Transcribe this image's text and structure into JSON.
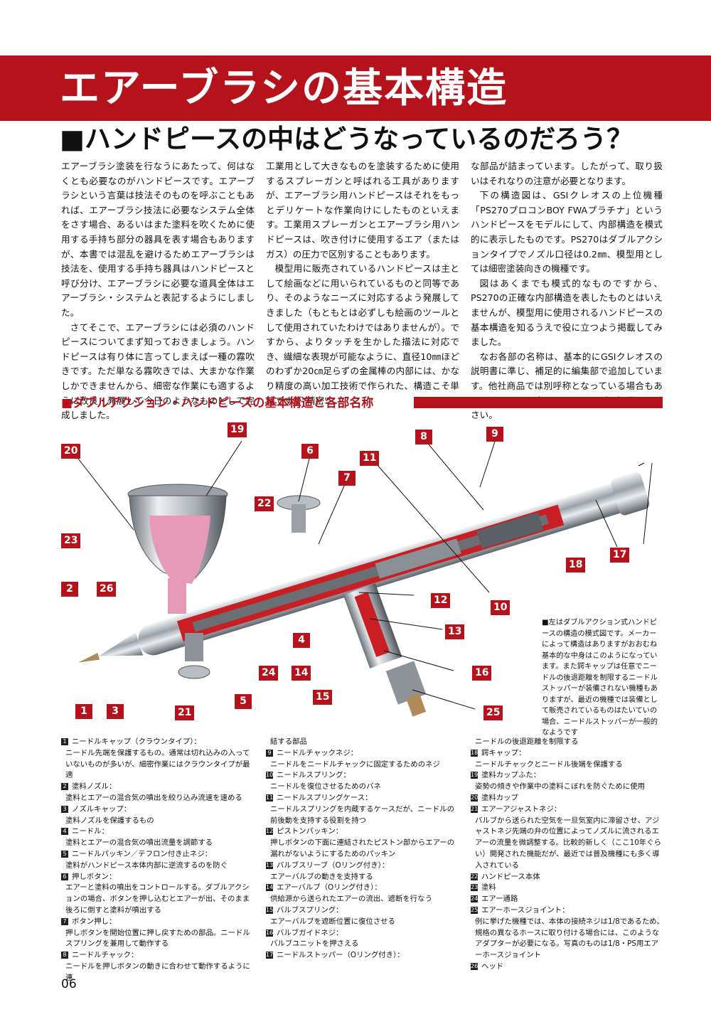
{
  "title": "エアーブラシの基本構造",
  "subtitle": "■ハンドピースの中はどうなっているのだろう？",
  "intro": {
    "col1": [
      "エアーブラシ塗装を行なうにあたって、何はなくとも必要なのがハンドピースです。エアーブラシという言葉は技法そのものを呼ぶこともあれば、エアーブラシ技法に必要なシステム全体をさす場合、あるいはまた塗料を吹くために使用する手持ち部分の器具を表す場合もありますが、本書では混乱を避けるためエアーブラシは技法を、使用する手持ち器具はハンドピースと呼び分け、エアーブラシに必要な道具全体はエアーブラシ・システムと表記するようにしました。",
      "さてそこで、エアーブラシには必須のハンドピースについてまず知っておきましょう。ハンドピースは有り体に言ってしまえば一種の霧吹きです。ただ単なる霧吹きでは、大まかな作業しかできませんから、細密な作業にも適するように改良・発展して今日のようなものとして完成しました。"
    ],
    "col2": [
      "工業用として大きなものを塗装するために使用するスプレーガンと呼ばれる工具がありますが、エアーブラシ用ハンドピースはそれをもっとデリケートな作業向けにしたものといえます。工業用スプレーガンとエアーブラシ用ハンドピースは、吹き付けに使用するエア（またはガス）の圧力で区別することもあります。",
      "模型用に販売されているハンドピースは主として絵画などに用いられているものと同等であり、そのようなニーズに対応するよう発展してきました（もともとは必ずしも絵画のツールとして使用されていたわけではありませんが）。ですから、よりタッチを生かした描法に対応でき、繊細な表現が可能なように、直径10㎜ほどのわずか20㎝足らずの金属棒の内部には、かなり精度の高い加工技術で作られた、構造こそ単純ですが“精密”"
    ],
    "col3": [
      "な部品が詰まっています。したがって、取り扱いはそれなりの注意が必要となります。",
      "下の構造図は、GSIクレオスの上位機種「PS270プロコンBOY FWAプラチナ」というハンドピースをモデルにして、内部構造を模式的に表示したものです。PS270はダブルアクションタイプでノズル口径は0.2㎜、模型用としては細密塗装向きの機種です。",
      "図はあくまでも模式的なものですから、PS270の正確な内部構造を表したものとはいえませんが、模型用に使用されるハンドピースの基本構造を知るうえで役に立つよう掲載してみました。",
      "なお各部の名称は、基本的にGSIクレオスの説明書に準じ、補足的に編集部で追加しています。他社商品では別呼称となっている場合もありますからその点はあらかじめご承知置きください。"
    ]
  },
  "section_title": "■ダブルアクション・ハンドピースの基本構造と各部名称",
  "diagram_labels": [
    "1",
    "2",
    "3",
    "4",
    "5",
    "6",
    "7",
    "8",
    "9",
    "10",
    "11",
    "12",
    "13",
    "14",
    "15",
    "16",
    "17",
    "18",
    "19",
    "20",
    "21",
    "22",
    "23",
    "24",
    "25",
    "26"
  ],
  "diagram_note": "■左はダブルアクション式ハンドピースの構造の模式図です。メーカーによって構造はありますがおおむね基本的な中身はこのようになっています。また鍔キャップは任意でニードルの後退距離を制限するニードルストッパーが装備されない機種もありますが、最近の機種では装備として販売されているものはたいていの場合、ニードルストッパーが一般的なようです",
  "parts": {
    "col1": [
      {
        "num": "1",
        "name": "ニードルキャップ（クラウンタイプ）：",
        "desc": "ニードル先端を保護するもの。通常は切れ込みの入っていないものが多いが、細密作業にはクラウンタイプが最適"
      },
      {
        "num": "2",
        "name": "塗料ノズル：",
        "desc": "塗料とエアーの混合気の噴出を絞り込み流速を速める"
      },
      {
        "num": "3",
        "name": "ノズルキャップ：",
        "desc": "塗料ノズルを保護するもの"
      },
      {
        "num": "4",
        "name": "ニードル：",
        "desc": "塗料とエアーの混合気の噴出流量を調節する"
      },
      {
        "num": "5",
        "name": "ニードルパッキン／テフロン付き止ネジ：",
        "desc": "塗料がハンドピース本体内部に逆流するのを防ぐ"
      },
      {
        "num": "6",
        "name": "押しボタン：",
        "desc": "エアーと塗料の噴出をコントロールする。ダブルアクションの場合、ボタンを押し込むとエアーが出、そのまま後ろに倒すと塗料が噴出する"
      },
      {
        "num": "7",
        "name": "ボタン押し：",
        "desc": "押しボタンを開始位置に押し戻すための部品。ニードルスプリングを兼用して動作する"
      },
      {
        "num": "8",
        "name": "ニードルチャック：",
        "desc": "ニードルを押しボタンの動きに合わせて動作するように連"
      }
    ],
    "col2": [
      {
        "num": "",
        "name": "結する部品",
        "desc": ""
      },
      {
        "num": "9",
        "name": "ニードルチャックネジ：",
        "desc": "ニードルをニードルチャックに固定するためのネジ"
      },
      {
        "num": "10",
        "name": "ニードルスプリング：",
        "desc": "ニードルを復位させるためのバネ"
      },
      {
        "num": "11",
        "name": "ニードルスプリングケース：",
        "desc": "ニードルスプリングを内蔵するケースだが、ニードルの前後動を支持する役割を持つ"
      },
      {
        "num": "12",
        "name": "ピストンパッキン：",
        "desc": "押しボタンの下面に連結されたピストン部からエアーの漏れがないようにするためのパッキン"
      },
      {
        "num": "13",
        "name": "バルブスリーブ（Oリング付き）：",
        "desc": "エアーバルブの動きを支持する"
      },
      {
        "num": "14",
        "name": "エアーバルブ（Oリング付き）：",
        "desc": "供給源から送られたエアーの流出、遮断を行なう"
      },
      {
        "num": "15",
        "name": "バルブスプリング：",
        "desc": "エアーバルブを遮断位置に復位させる"
      },
      {
        "num": "16",
        "name": "バルブガイドネジ：",
        "desc": "バルブユニットを押さえる"
      },
      {
        "num": "17",
        "name": "ニードルストッパー（Oリング付き）：",
        "desc": ""
      }
    ],
    "col3": [
      {
        "num": "",
        "name": "ニードルの後退距離を制限する",
        "desc": ""
      },
      {
        "num": "18",
        "name": "鍔キャップ：",
        "desc": "ニードルチャックとニードル後端を保護する"
      },
      {
        "num": "19",
        "name": "塗料カップふた：",
        "desc": "姿勢の傾きや作業中の塗料こぼれを防ぐために使用"
      },
      {
        "num": "20",
        "name": "塗料カップ",
        "desc": ""
      },
      {
        "num": "21",
        "name": "エアーアジャストネジ：",
        "desc": "バルブから送られた空気を一旦気室内に滞留させ、アジャストネジ先端の弁の位置によってノズルに流されるエアーの流量を微調整する。比較的新しく（ここ10年ぐらい）開発された機能だが、最近では普及機種にも多く導入されている"
      },
      {
        "num": "22",
        "name": "ハンドピース本体",
        "desc": ""
      },
      {
        "num": "23",
        "name": "塗料",
        "desc": ""
      },
      {
        "num": "24",
        "name": "エアー通路",
        "desc": ""
      },
      {
        "num": "25",
        "name": "エアーホースジョイント：",
        "desc": "例に挙げた機種では、本体の接続ネジは1/8であるため、規格の異なるホースに取り付ける場合には、このようなアダプターが必要になる。写真のものは1/8・PS用エアーホースジョイント"
      },
      {
        "num": "26",
        "name": "ヘッド",
        "desc": ""
      }
    ]
  },
  "page_number": "06",
  "colors": {
    "brand_red": "#b5121b",
    "paint_pink": "#e79ab8",
    "chrome": "#c9ced4"
  }
}
